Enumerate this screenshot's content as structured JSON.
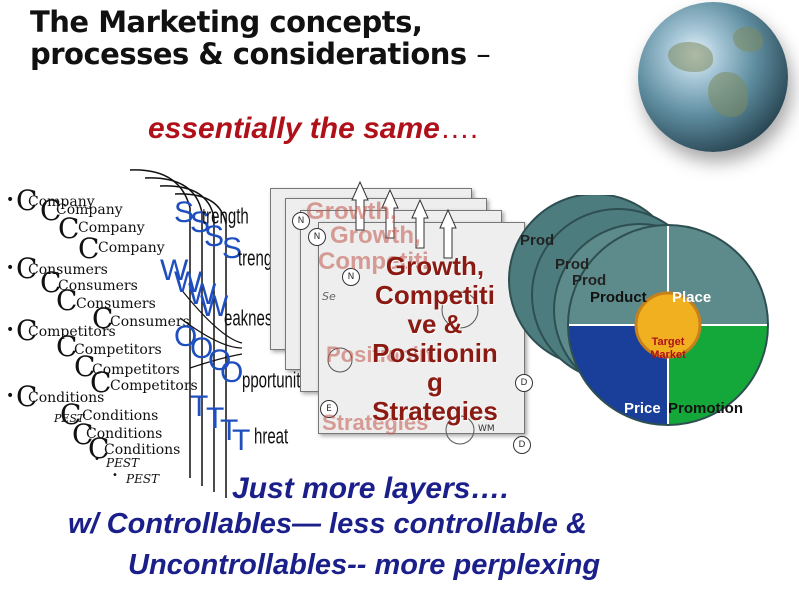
{
  "title": {
    "line1": "The Marketing concepts,",
    "line2": "processes & considerations",
    "dash": "–"
  },
  "subtitle": {
    "text": "essentially the same",
    "ellipsis": "…."
  },
  "left_list": {
    "companies": [
      "Company",
      "Company",
      "Company",
      "Company"
    ],
    "consumers": [
      "Consumers",
      "Consumers",
      "Consumers",
      "Consumers"
    ],
    "competitors": [
      "Competitors",
      "Competitors",
      "Competitors",
      "Competitors"
    ],
    "conditions": [
      "Conditions",
      "Conditions",
      "Conditions",
      "Conditions"
    ],
    "pest": [
      "PEST",
      "PEST",
      "PEST",
      "PEST"
    ],
    "big_letter": "C",
    "bullet": "•"
  },
  "swot": {
    "letters": [
      "S",
      "W",
      "O",
      "T"
    ],
    "words": [
      "trength",
      "eakness",
      "pportunity",
      "hreat"
    ],
    "letter_color": "#1f4fbf"
  },
  "strategy": {
    "lines": [
      "Growth,",
      "Competiti",
      "ve &",
      "Positionin",
      "g",
      "Strategies"
    ],
    "ghost_words": [
      "Growth,",
      "Competiti",
      "Positionin",
      "Strategies"
    ],
    "node_labels": [
      "N",
      "E",
      "D",
      "WM",
      "Se"
    ],
    "color": "#8a1a12"
  },
  "marketing_mix": {
    "quadrants": [
      "Product",
      "Place",
      "Price",
      "Promotion"
    ],
    "ghost_labels": [
      "Prod",
      "Prod",
      "Prod"
    ],
    "center": [
      "Target",
      "Market"
    ],
    "colors": {
      "product": "#5d8a8a",
      "place": "#5d8a8a",
      "price": "#1a3f9a",
      "promotion": "#14a83a",
      "center": "#f0b020"
    }
  },
  "footer": {
    "line1": "Just more layers….",
    "line2": "w/ Controllables— less controllable &",
    "line3": "Uncontrollables-- more perplexing"
  },
  "colors": {
    "accent_red": "#b0101a",
    "accent_blue": "#1a1f8a"
  }
}
